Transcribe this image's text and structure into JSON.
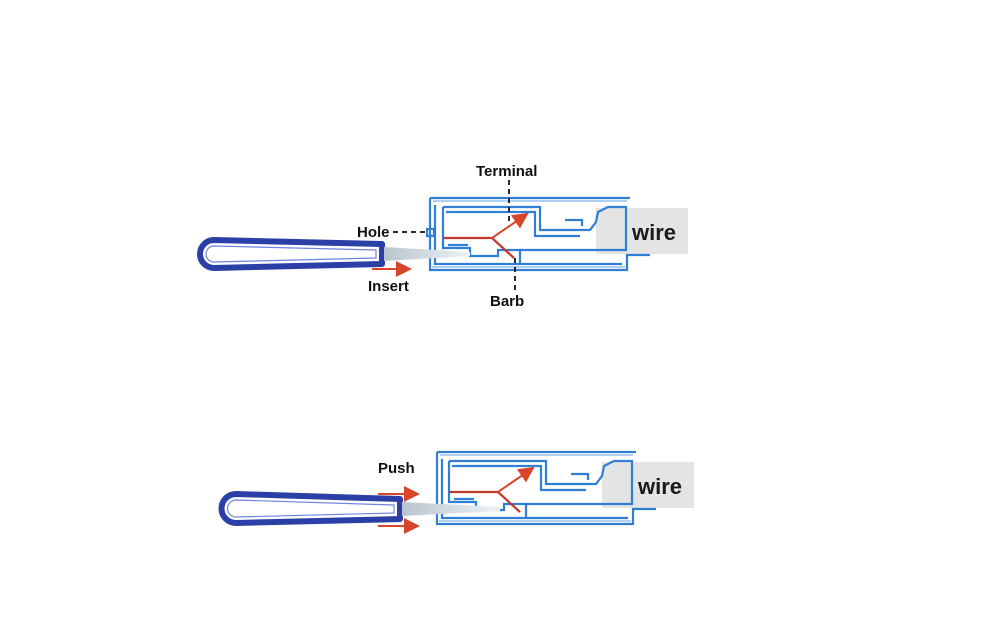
{
  "colors": {
    "housing": "#2f7fd6",
    "housing_light": "#7fb8ee",
    "tool": "#2b3fa6",
    "tool_highlight": "#6f83e0",
    "arrow": "#d9452b",
    "terminal": "#c0392b",
    "label_dark": "#111111",
    "wire_box": "#e4e4e4"
  },
  "diagram1": {
    "label_terminal": "Terminal",
    "label_hole": "Hole",
    "label_barb": "Barb",
    "label_insert": "Insert",
    "label_wire": "wire"
  },
  "diagram2": {
    "label_push": "Push",
    "label_wire": "wire"
  },
  "icons": [
    "extraction-tool-icon",
    "connector-housing-icon",
    "red-arrow-icon"
  ]
}
